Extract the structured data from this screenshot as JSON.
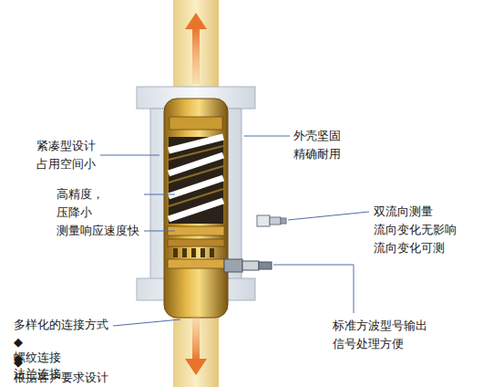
{
  "diagram": {
    "labels": [
      "紧凑型设计 占用空间小",
      "高精度，压降小",
      "测量响应速度快",
      "多样化的连接方式",
      "◆螺纹连接",
      "◆法兰连接",
      "◆根据客户要求设计",
      "外壳坚固 精确耐用",
      "双流向测量 流向变化无影响 流向变化可测",
      "标准方波型号输出 信号处理方便"
    ]
  }
}
